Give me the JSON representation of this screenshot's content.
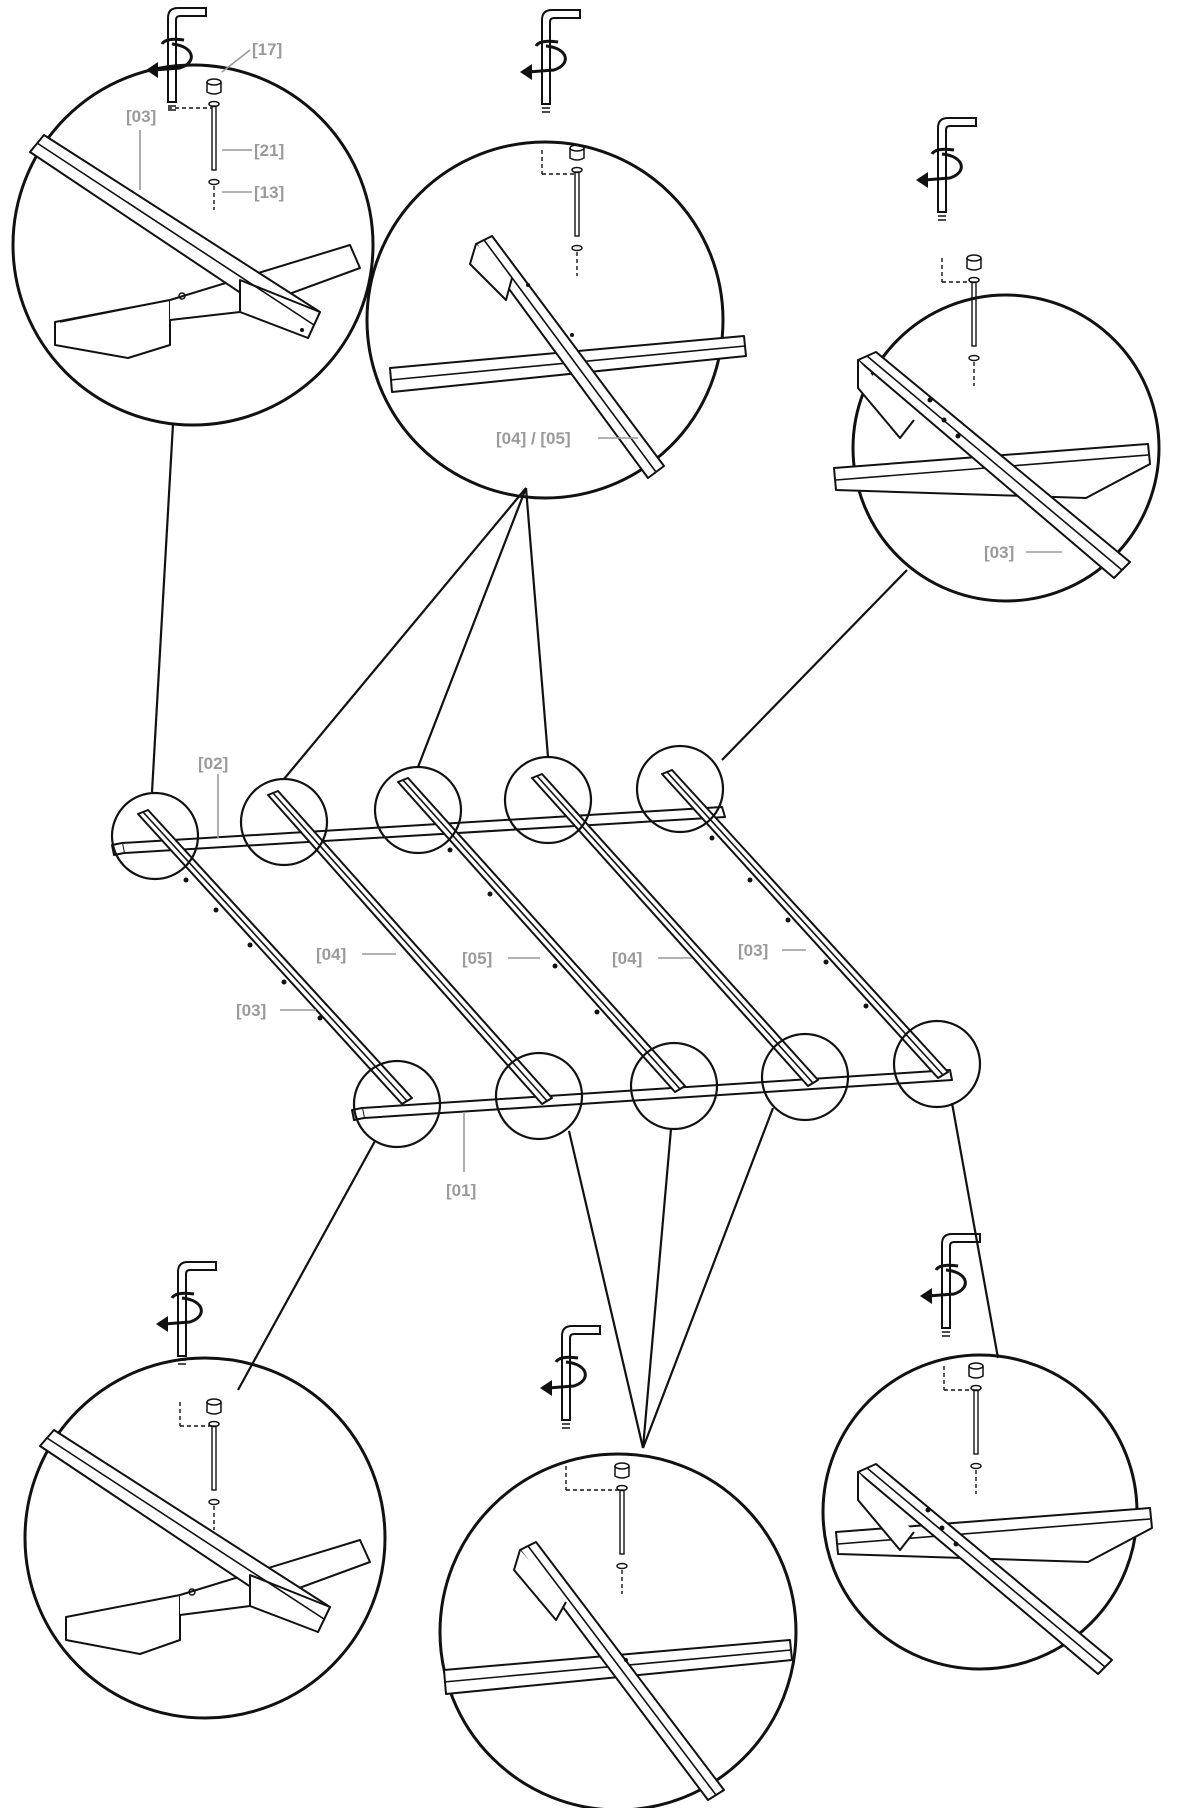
{
  "parts": {
    "front_rail": "[01]",
    "back_rail": "[02]",
    "side_beam": "[03]",
    "middle_beam_a": "[04]",
    "middle_beam_b": "[05]",
    "middle_beam_ab": "[04] / [05]",
    "cap": "[17]",
    "bolt": "[21]",
    "washer": "[13]"
  }
}
